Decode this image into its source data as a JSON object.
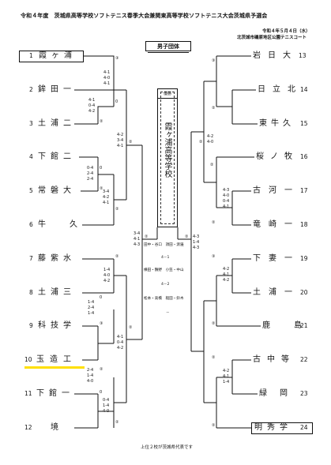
{
  "header": {
    "title": "令和４年度　茨城県高等学校ソフトテニス春季大会兼関東高等学校ソフトテニス大会茨城県予選会",
    "date": "令和４年５月４日（水）",
    "venue": "北茨城市磯原地区公園テニスコート",
    "category": "男子団体"
  },
  "center_box": {
    "label": "優勝",
    "name": "霞ヶ浦高等学校"
  },
  "teams_left": [
    {
      "seed": "1",
      "name": "霞ヶ浦"
    },
    {
      "seed": "2",
      "name": "鉾田一"
    },
    {
      "seed": "3",
      "name": "土浦二"
    },
    {
      "seed": "4",
      "name": "下館二"
    },
    {
      "seed": "5",
      "name": "常磐大"
    },
    {
      "seed": "6",
      "name": "牛久"
    },
    {
      "seed": "7",
      "name": "藤紫水"
    },
    {
      "seed": "8",
      "name": "土浦三"
    },
    {
      "seed": "9",
      "name": "科技学"
    },
    {
      "seed": "10",
      "name": "玉造工"
    },
    {
      "seed": "11",
      "name": "下館一"
    },
    {
      "seed": "12",
      "name": "境"
    }
  ],
  "teams_right": [
    {
      "seed": "13",
      "name": "岩日大"
    },
    {
      "seed": "14",
      "name": "日立北"
    },
    {
      "seed": "15",
      "name": "東牛久"
    },
    {
      "seed": "16",
      "name": "桜ノ牧"
    },
    {
      "seed": "17",
      "name": "古河一"
    },
    {
      "seed": "18",
      "name": "竜崎一"
    },
    {
      "seed": "19",
      "name": "下妻一"
    },
    {
      "seed": "20",
      "name": "土浦一"
    },
    {
      "seed": "21",
      "name": "鹿島"
    },
    {
      "seed": "22",
      "name": "古中等"
    },
    {
      "seed": "23",
      "name": "緑岡"
    },
    {
      "seed": "24",
      "name": "明秀学"
    }
  ],
  "scores": {
    "l_r1_a": "4-1\n4-0\n4-1",
    "l_r1_a_w": "③",
    "l_r1_b": "4-1\n0-4\n4-2",
    "l_r1_b_w": "0",
    "l_r1_b2": "②",
    "l_r2_top": "4-2\n3-4\n4-1",
    "l_r2_top_w": "②",
    "l_r1_c": "0-4\n2-4\n2-4",
    "l_r1_c_w": "0",
    "l_r1_d": "3-4\n4-2\n4-1",
    "l_r1_d_w": "②",
    "l_r2_b": "②",
    "l_r3_top": "3-4\n4-1\n4-3",
    "l_r3_top_w": "②",
    "l_r1_e": "1-4\n4-0\n4-2",
    "l_r1_e_w": "②",
    "l_r1_f": "1-4\n2-4\n1-4",
    "l_r1_f_w": "0",
    "l_r1_f2": "③",
    "l_r2_c": "4-1\n0-4\n4-2",
    "l_r2_c_w": "②",
    "l_r1_g": "2-4\n1-4\n4-0",
    "l_r1_g_w": "②",
    "l_r1_h": "0-4\n1-4\n4-0",
    "l_r1_h_w": "0",
    "l_r1_h2": "②",
    "r_r1_a": "③",
    "r_r1_b": "②",
    "r_r2_top": "4-2\n4-0",
    "r_r2_top_w": "②",
    "r_r1_c": "4-3\n4-0\n0-4\n4-1",
    "r_r1_c_w": "②",
    "r_r1_d": "②",
    "r_r3_top": "4-3\n1-4\n4-3",
    "r_r3_top_w": "②",
    "r_r1_e": "4-2\n4-1\n4-2",
    "r_r1_e_w": "③",
    "r_r1_f": "②",
    "r_r1_g": "4-2\n4-1\n1-4",
    "r_r1_g_w": "②",
    "r_r1_h": "②",
    "final_left_w": "②",
    "final_right_w": "②",
    "final_mid_l": "②",
    "final_mid_r": "②"
  },
  "center_results": {
    "line1": "田中・谷口　須田・渡邊",
    "score1": "4－1",
    "line2": "横田・鶴野　小笠・中山",
    "score2": "4－2",
    "line3": "松本・高橋　槌田・鈴木",
    "line4": "－"
  },
  "footnote": "上位２校が茨城県代表です"
}
